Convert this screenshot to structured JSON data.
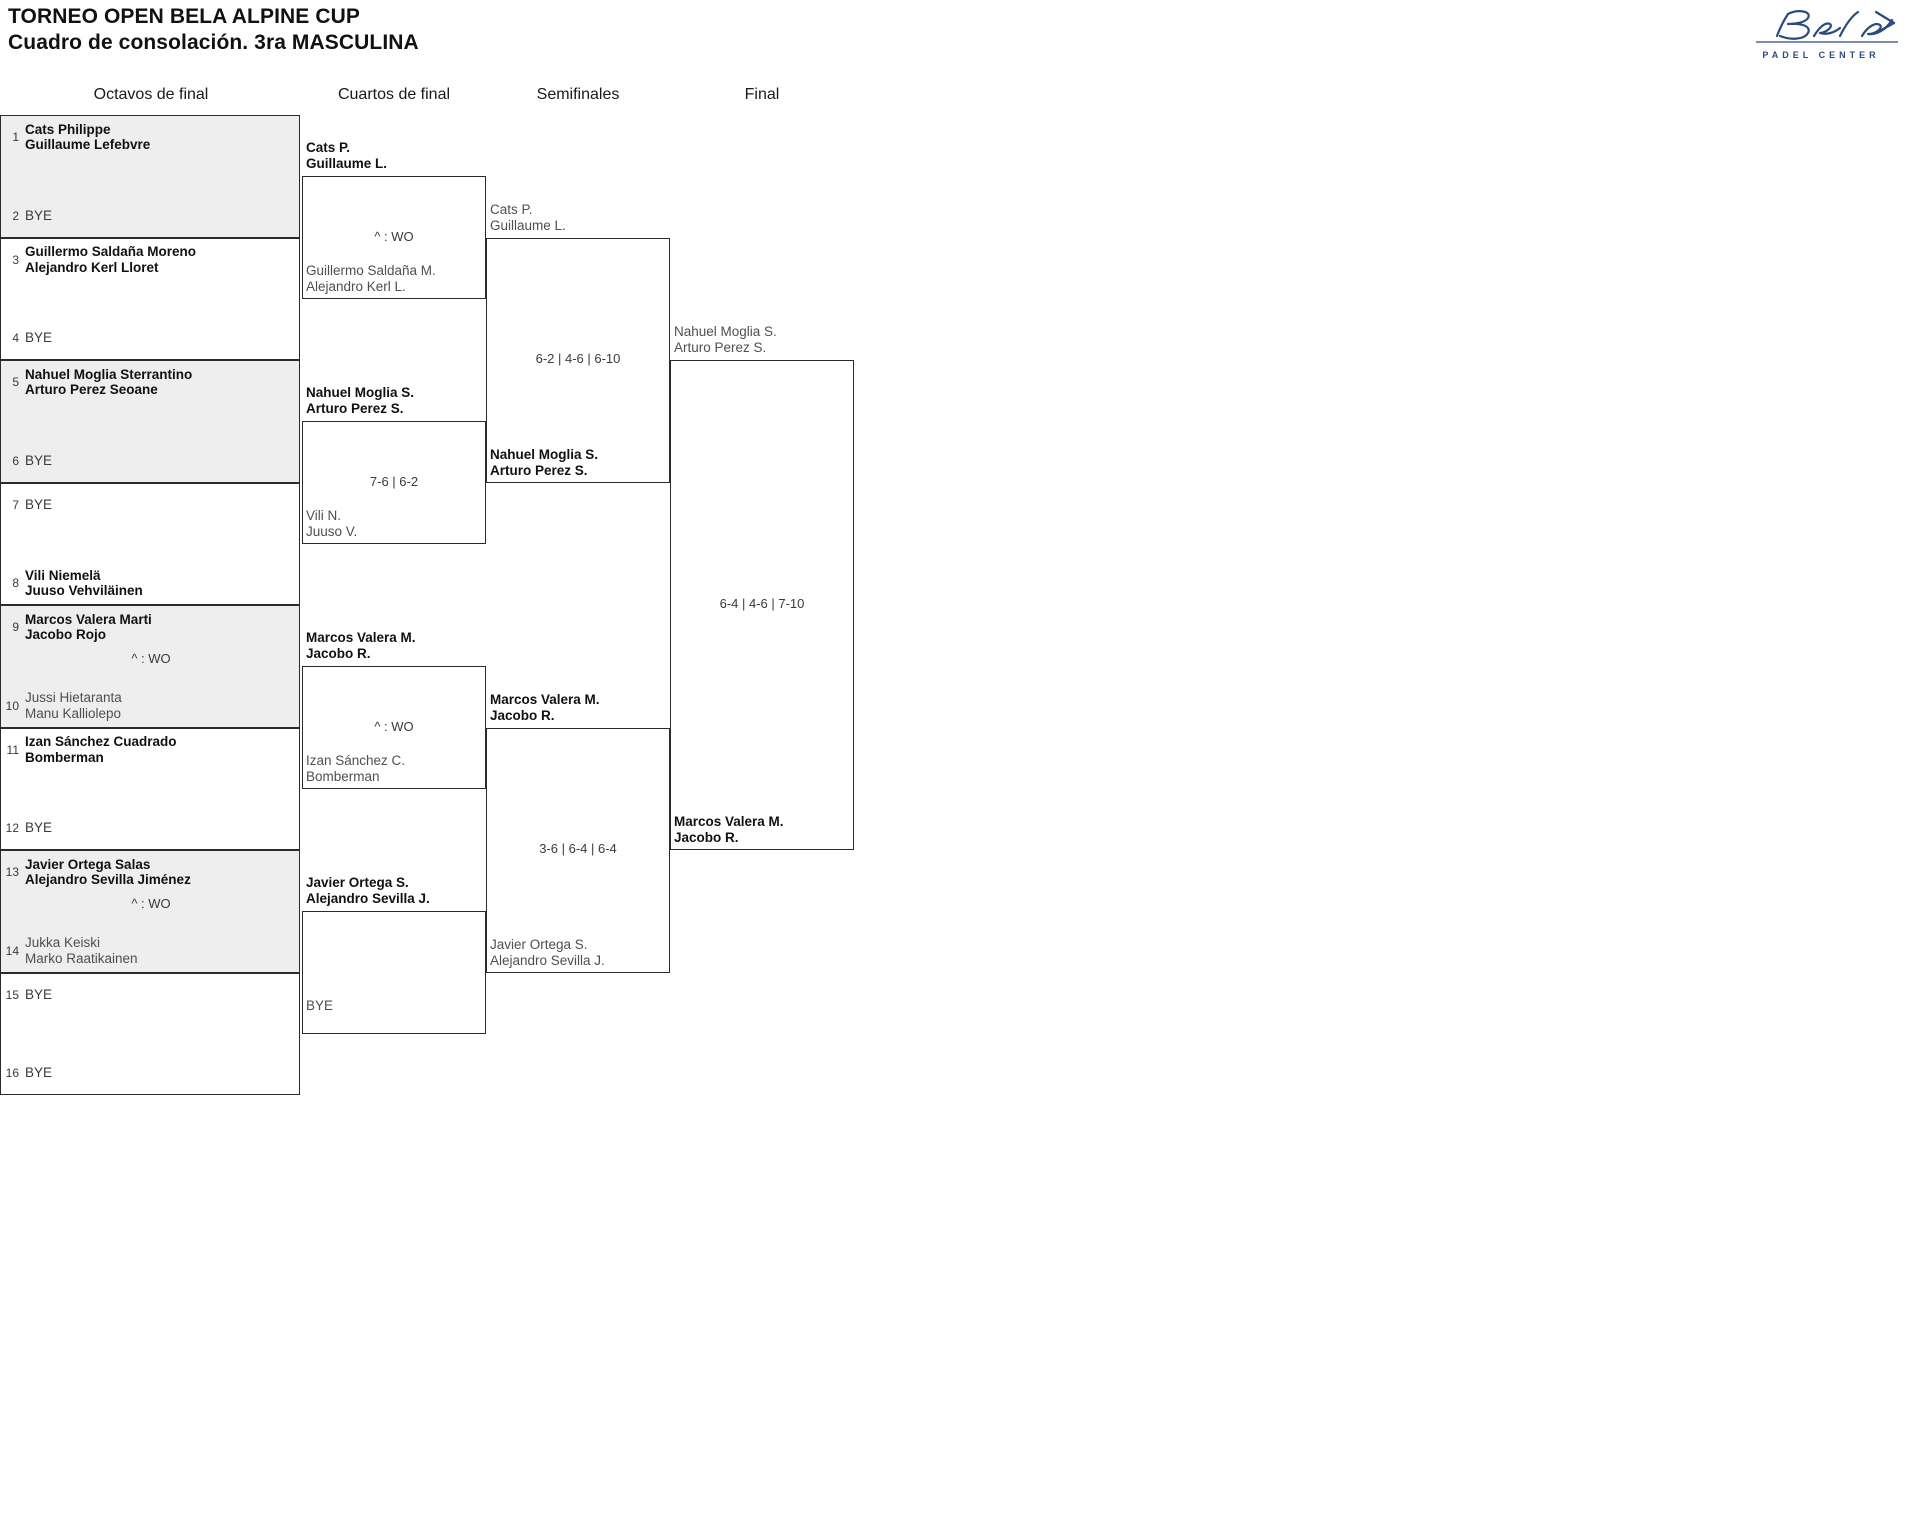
{
  "header": {
    "title_line1": "TORNEO OPEN BELA ALPINE CUP",
    "title_line2": "Cuadro de consolación. 3ra MASCULINA",
    "logo_word": "PADEL CENTER",
    "logo_mark": "Bela"
  },
  "rounds": [
    {
      "label": "Octavos de final"
    },
    {
      "label": "Cuartos de final"
    },
    {
      "label": "Semifinales"
    },
    {
      "label": "Final"
    }
  ],
  "round1": {
    "pairs": [
      {
        "shaded": true,
        "score": "",
        "top": {
          "seed": "1",
          "line1": "Cats Philippe",
          "line2": "Guillaume Lefebvre",
          "state": "win"
        },
        "bottom": {
          "seed": "2",
          "line1": "BYE",
          "line2": "",
          "state": "bye"
        }
      },
      {
        "shaded": false,
        "score": "",
        "top": {
          "seed": "3",
          "line1": "Guillermo Saldaña Moreno",
          "line2": "Alejandro Kerl Lloret",
          "state": "win"
        },
        "bottom": {
          "seed": "4",
          "line1": "BYE",
          "line2": "",
          "state": "bye"
        }
      },
      {
        "shaded": true,
        "score": "",
        "top": {
          "seed": "5",
          "line1": "Nahuel Moglia Sterrantino",
          "line2": "Arturo Perez Seoane",
          "state": "win"
        },
        "bottom": {
          "seed": "6",
          "line1": "BYE",
          "line2": "",
          "state": "bye"
        }
      },
      {
        "shaded": false,
        "score": "",
        "top": {
          "seed": "7",
          "line1": "BYE",
          "line2": "",
          "state": "bye"
        },
        "bottom": {
          "seed": "8",
          "line1": "Vili Niemelä",
          "line2": "Juuso Vehviläinen",
          "state": "win"
        }
      },
      {
        "shaded": true,
        "score": "^ : WO",
        "top": {
          "seed": "9",
          "line1": "Marcos Valera Marti",
          "line2": "Jacobo Rojo",
          "state": "win"
        },
        "bottom": {
          "seed": "10",
          "line1": "Jussi Hietaranta",
          "line2": "Manu Kalliolepo",
          "state": "lose"
        }
      },
      {
        "shaded": false,
        "score": "",
        "top": {
          "seed": "11",
          "line1": "Izan Sánchez Cuadrado",
          "line2": "Bomberman",
          "state": "win"
        },
        "bottom": {
          "seed": "12",
          "line1": "BYE",
          "line2": "",
          "state": "bye"
        }
      },
      {
        "shaded": true,
        "score": "^ : WO",
        "top": {
          "seed": "13",
          "line1": "Javier Ortega Salas",
          "line2": "Alejandro Sevilla Jiménez",
          "state": "win"
        },
        "bottom": {
          "seed": "14",
          "line1": "Jukka Keiski",
          "line2": "Marko Raatikainen",
          "state": "lose"
        }
      },
      {
        "shaded": false,
        "score": "",
        "top": {
          "seed": "15",
          "line1": "BYE",
          "line2": "",
          "state": "bye"
        },
        "bottom": {
          "seed": "16",
          "line1": "BYE",
          "line2": "",
          "state": "bye"
        }
      }
    ]
  },
  "round2": {
    "matches": [
      {
        "score": "^ : WO",
        "top": {
          "line1": "Cats P.",
          "line2": "Guillaume L.",
          "state": "win"
        },
        "bottom": {
          "line1": "Guillermo Saldaña M.",
          "line2": "Alejandro Kerl L.",
          "state": "lose"
        }
      },
      {
        "score": "7-6 | 6-2",
        "top": {
          "line1": "Nahuel Moglia S.",
          "line2": "Arturo Perez S.",
          "state": "win"
        },
        "bottom": {
          "line1": "Vili N.",
          "line2": "Juuso V.",
          "state": "lose"
        }
      },
      {
        "score": "^ : WO",
        "top": {
          "line1": "Marcos Valera M.",
          "line2": "Jacobo R.",
          "state": "win"
        },
        "bottom": {
          "line1": "Izan Sánchez C.",
          "line2": "Bomberman",
          "state": "lose"
        }
      },
      {
        "score": "",
        "top": {
          "line1": "Javier Ortega S.",
          "line2": "Alejandro Sevilla J.",
          "state": "win"
        },
        "bottom": {
          "line1": "BYE",
          "line2": "",
          "state": "lose"
        }
      }
    ]
  },
  "round3": {
    "matches": [
      {
        "score": "6-2 | 4-6 | 6-10",
        "top": {
          "line1": "Cats P.",
          "line2": "Guillaume L.",
          "state": "lose"
        },
        "bottom": {
          "line1": "Nahuel Moglia S.",
          "line2": "Arturo Perez S.",
          "state": "win"
        }
      },
      {
        "score": "3-6 | 6-4 | 6-4",
        "top": {
          "line1": "Marcos Valera M.",
          "line2": "Jacobo R.",
          "state": "win"
        },
        "bottom": {
          "line1": "Javier Ortega S.",
          "line2": "Alejandro Sevilla J.",
          "state": "lose"
        }
      }
    ]
  },
  "round4": {
    "matches": [
      {
        "score": "6-4 | 4-6 | 7-10",
        "top": {
          "line1": "Nahuel Moglia S.",
          "line2": "Arturo Perez S.",
          "state": "lose"
        },
        "bottom": {
          "line1": "Marcos Valera M.",
          "line2": "Jacobo R.",
          "state": "win"
        }
      }
    ]
  }
}
